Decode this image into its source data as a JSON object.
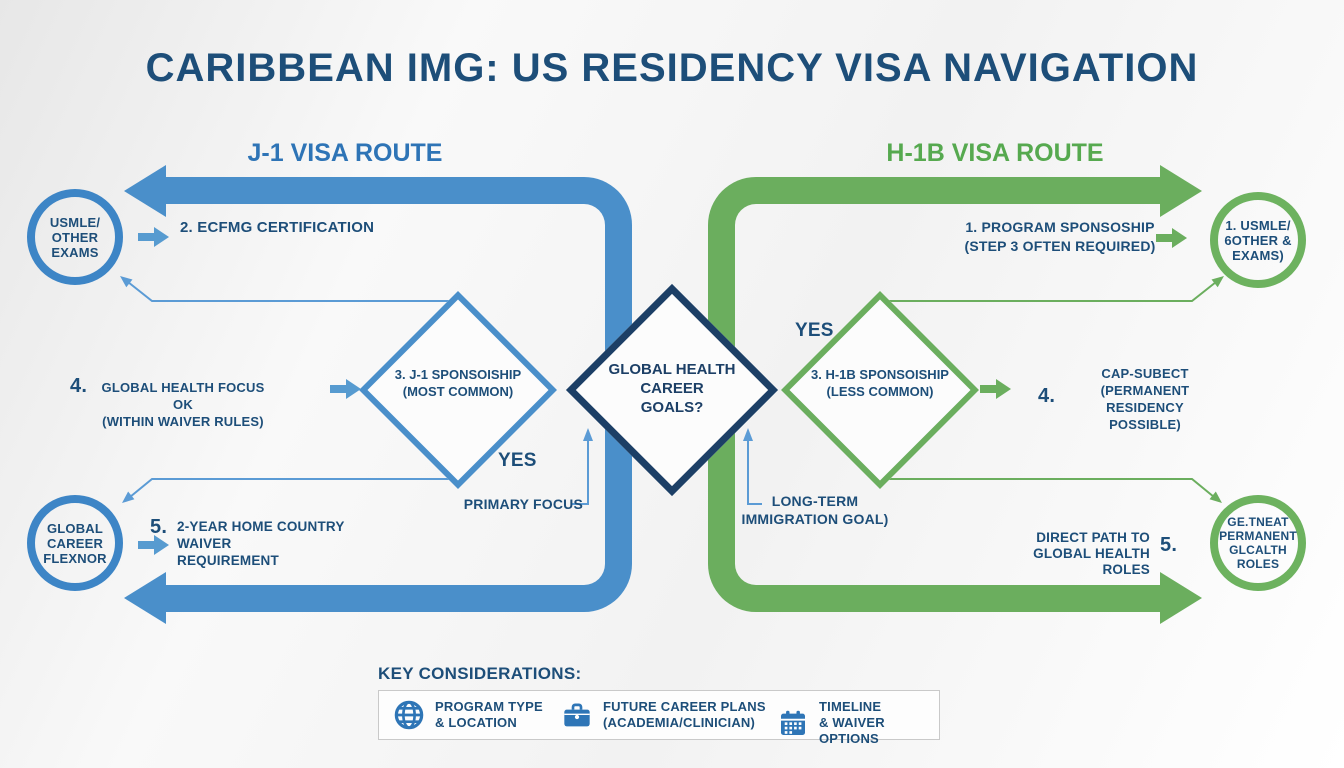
{
  "title": "CARIBBEAN IMG: US RESIDENCY VISA NAVIGATION",
  "j1": {
    "header": "J-1 VISA ROUTE",
    "top_circle": [
      "USMLE/",
      "OTHER",
      "EXAMS"
    ],
    "step2": "2. ECFMG CERTIFICATION",
    "step4_num": "4.",
    "step4": [
      "GLOBAL HEALTH FOCUS OK",
      "(WITHIN WAIVER RULES)"
    ],
    "diamond": [
      "3. J-1 SPONSOISHIP",
      "(MOST COMMON)"
    ],
    "yes": "YES",
    "bottom_circle": [
      "GLOBAL",
      "CAREER",
      "FLEXNOR"
    ],
    "step5_num": "5.",
    "step5": [
      "2-YEAR HOME COUNTRY",
      "WAIVER",
      "REQUIREMENT"
    ]
  },
  "h1b": {
    "header": "H-1B VISA ROUTE",
    "top_circle": [
      "1. USMLE/",
      "6OTHER &",
      "EXAMS)"
    ],
    "step1": [
      "1. PROGRAM SPONSOSHIP",
      "(STEP 3 OFTEN REQUIRED)"
    ],
    "yes": "YES",
    "diamond": [
      "3. H-1B SPONSOISHIP",
      "(LESS COMMON)"
    ],
    "step4_num": "4.",
    "step4": [
      "CAP-SUBECT",
      "(PERMANENT RESIDENCY",
      "POSSIBLE)"
    ],
    "bottom_circle": [
      "GE.TNEAT",
      "PERMANENT",
      "GLCALTH ROLES"
    ],
    "step5_num": "5.",
    "step5": [
      "DIRECT PATH TO",
      "GLOBAL HEALTH ROLES"
    ]
  },
  "center": {
    "diamond": [
      "GLOBAL HEALTH",
      "CAREER",
      "GOALS?"
    ],
    "primary_focus": "PRIMARY FOCUS",
    "long_term": [
      "LONG-TERM",
      "IMMIGRATION GOAL)"
    ]
  },
  "keys": {
    "header": "KEY CONSIDERATIONS:",
    "items": [
      {
        "icon": "globe-icon",
        "lines": [
          "PROGRAM TYPE",
          "& LOCATION"
        ]
      },
      {
        "icon": "briefcase-icon",
        "lines": [
          "FUTURE CAREER PLANS",
          "(ACADEMIA/CLINICIAN)"
        ]
      },
      {
        "icon": "calendar-icon",
        "lines": [
          "TIMELINE",
          "& WAIVER OPTIONS"
        ]
      }
    ]
  },
  "colors": {
    "blue_band": "#4a8fca",
    "green_band": "#6bae5e",
    "navy_text": "#1d4e79",
    "header_blue": "#2e74b6",
    "header_green": "#56a94f",
    "diamond_navy": "#1c3f66",
    "icon_blue": "#2e75b6"
  }
}
